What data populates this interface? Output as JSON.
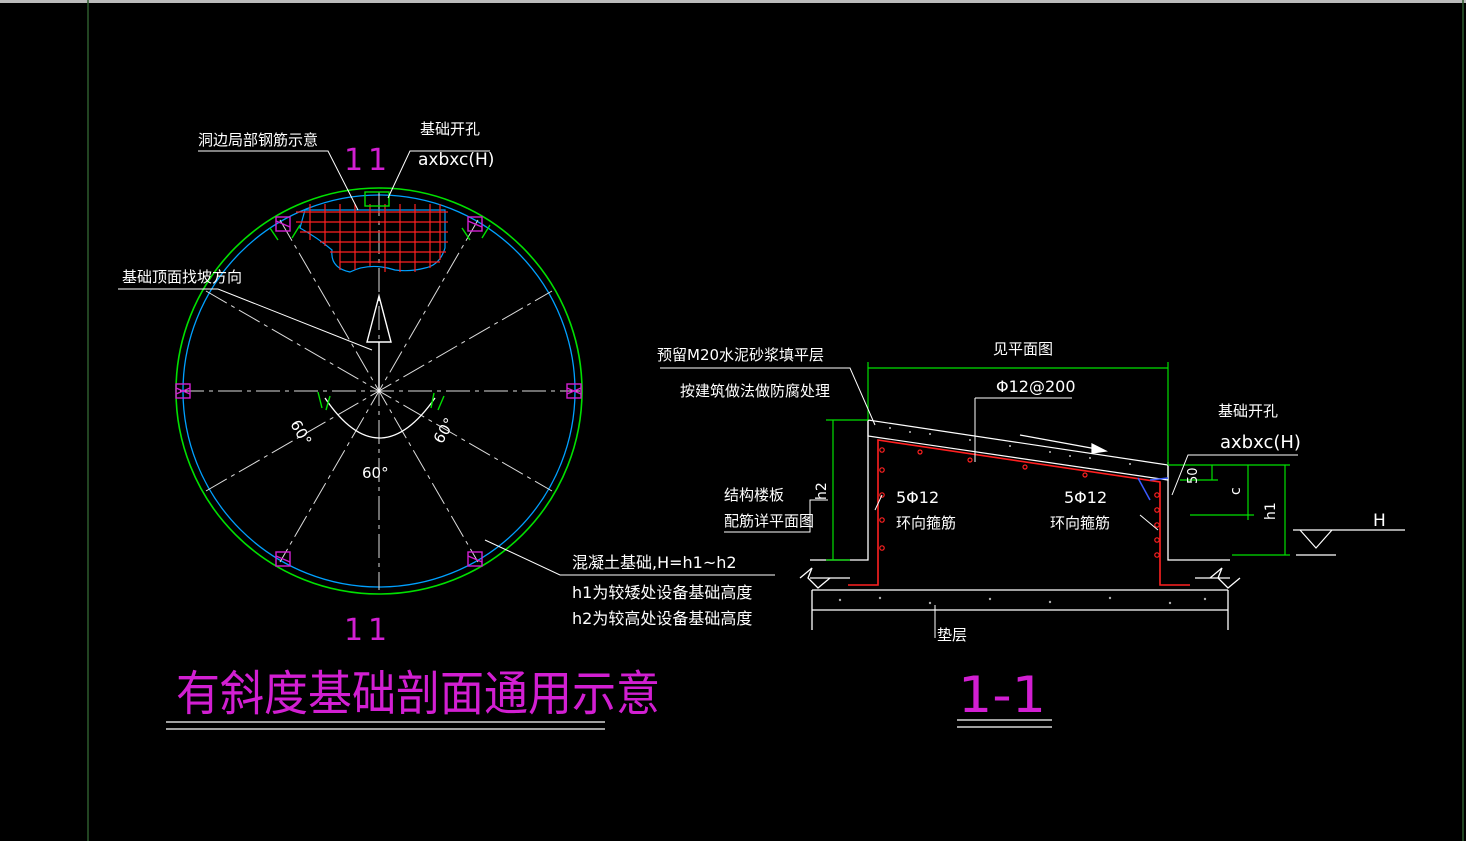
{
  "colors": {
    "background": "#000000",
    "white": "#ffffff",
    "green": "#00e000",
    "cyan": "#00a0ff",
    "red": "#ff2020",
    "magenta": "#d21fd2",
    "blue": "#3a5aff"
  },
  "plan": {
    "section_mark_top": "1",
    "section_mark_bottom": "1",
    "label_local_rebar": "洞边局部钢筋示意",
    "label_opening": "基础开孔",
    "label_opening_dims": "axbxc(H)",
    "label_slope_direction": "基础顶面找坡方向",
    "angle_left": "60°",
    "angle_right": "60°",
    "angle_bottom": "60°",
    "label_concrete_base": "混凝土基础,H=h1~h2",
    "note_h1": "h1为较矮处设备基础高度",
    "note_h2": "h2为较高处设备基础高度",
    "title": "有斜度基础剖面通用示意"
  },
  "section": {
    "label_mortar": "预留M20水泥砂浆填平层",
    "label_anticorrosion": "按建筑做法做防腐处理",
    "label_see_plan": "见平面图",
    "label_rebar_spacing": "Φ12@200",
    "label_opening": "基础开孔",
    "label_opening_dims": "axbxc(H)",
    "dim_h2": "h2",
    "dim_50": "50",
    "dim_c": "c",
    "dim_h1": "h1",
    "level_H": "H",
    "label_struct_slab": "结构楼板",
    "label_slab_rebar": "配筋详平面图",
    "rebar_left_count": "5Φ12",
    "rebar_left_name": "环向箍筋",
    "rebar_right_count": "5Φ12",
    "rebar_right_name": "环向箍筋",
    "label_cushion": "垫层",
    "title": "1-1"
  }
}
